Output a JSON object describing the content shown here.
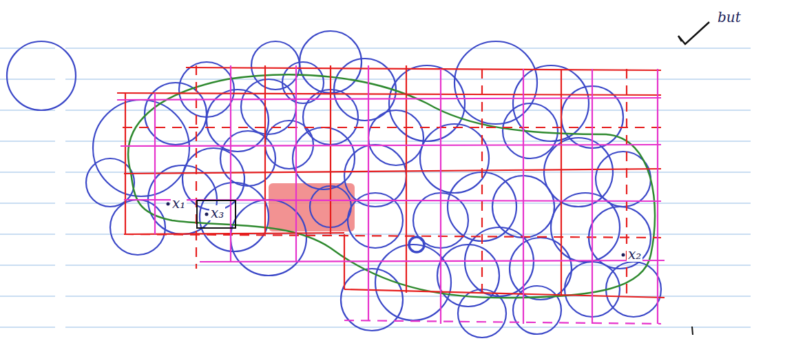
{
  "diagram": {
    "labels": [
      "x₁",
      "x₃",
      "x₂",
      "but"
    ]
  }
}
